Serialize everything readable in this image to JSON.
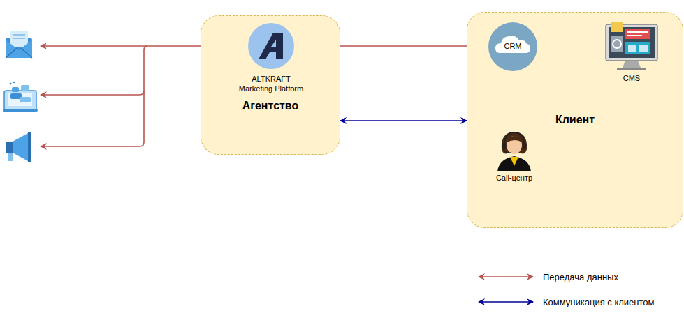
{
  "diagram": {
    "nodes": [
      {
        "text": [
          "Агентство"
        ]
      },
      {
        "text": [
          "ALTKRAFT Marketing Platform"
        ],
        "in": 0
      },
      {
        "text": [
          "Клиент"
        ]
      },
      {
        "text": [
          "CRM"
        ],
        "in": 2
      },
      {
        "text": [
          "CMS"
        ],
        "in": 2
      },
      {
        "text": [
          "Call-центр"
        ],
        "in": 2
      }
    ],
    "edges": [
      {
        "from": 0,
        "to": 2,
        "arrow": "both"
      },
      {
        "from": 1,
        "to": 3,
        "arrow": "both"
      },
      {
        "from": 3,
        "to": 4,
        "arrow": "both"
      },
      {
        "from": 3,
        "to": 5,
        "arrow": "both"
      }
    ],
    "legend": [
      {
        "text": "Передача данных"
      },
      {
        "text": "Коммуникация с клиентом"
      }
    ]
  }
}
